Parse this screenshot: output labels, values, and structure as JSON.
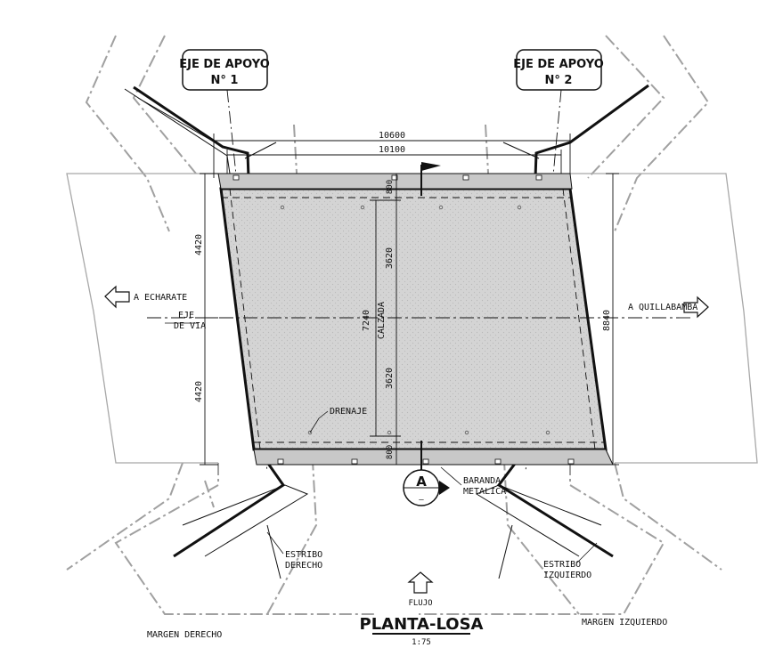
{
  "labels": {
    "axis1_line1": "EJE DE APOYO",
    "axis1_line2": "N° 1",
    "axis2_line1": "EJE DE APOYO",
    "axis2_line2": "N° 2",
    "dim_top_outer": "10600",
    "dim_top_inner": "10100",
    "dim_left_upper": "4420",
    "dim_left_lower": "4420",
    "dim_right": "8840",
    "dim_center_total": "7240",
    "dim_center_upper": "3620",
    "dim_center_lower": "3620",
    "dim_top_margin": "800",
    "dim_bottom_margin": "800",
    "calzada": "CALZADA",
    "to_left": "A ECHARATE",
    "to_right": "A QUILLABAMBA",
    "eje_line1": "EJE",
    "eje_line2": "DE VIA",
    "drenaje": "DRENAJE",
    "baranda_line1": "BARANDA",
    "baranda_line2": "METALICA",
    "section_letter": "A",
    "section_sub": "–",
    "estribo_der_line1": "ESTRIBO",
    "estribo_der_line2": "DERECHO",
    "estribo_izq_line1": "ESTRIBO",
    "estribo_izq_line2": "IZQUIERDO",
    "flujo": "FLUJO",
    "margen_derecho": "MARGEN DERECHO",
    "margen_izquierdo": "MARGEN IZQUIERDO",
    "title": "PLANTA-LOSA",
    "scale": "1:75"
  },
  "colors": {
    "slab_fill": "#d2d2d2",
    "line": "#111111",
    "dashed_gray": "#9a9a9a",
    "background": "#ffffff"
  }
}
